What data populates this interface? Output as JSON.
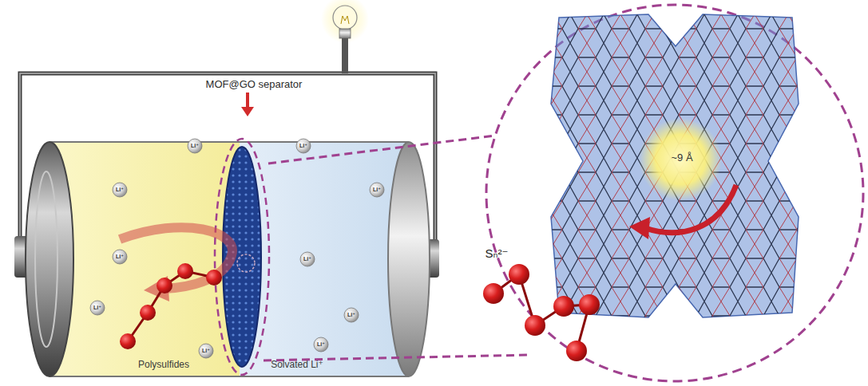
{
  "diagram": {
    "labels": [
      "MOF@GO separator",
      "Polysulfides",
      "Solvated Li⁺",
      "Li⁺",
      "Li⁺",
      "Li⁺",
      "Li⁺",
      "Li⁺",
      "Li⁺",
      "Li⁺",
      "Li⁺",
      "Li⁺",
      "Li⁺",
      "~9 Å",
      "Sₙ²⁻"
    ]
  }
}
